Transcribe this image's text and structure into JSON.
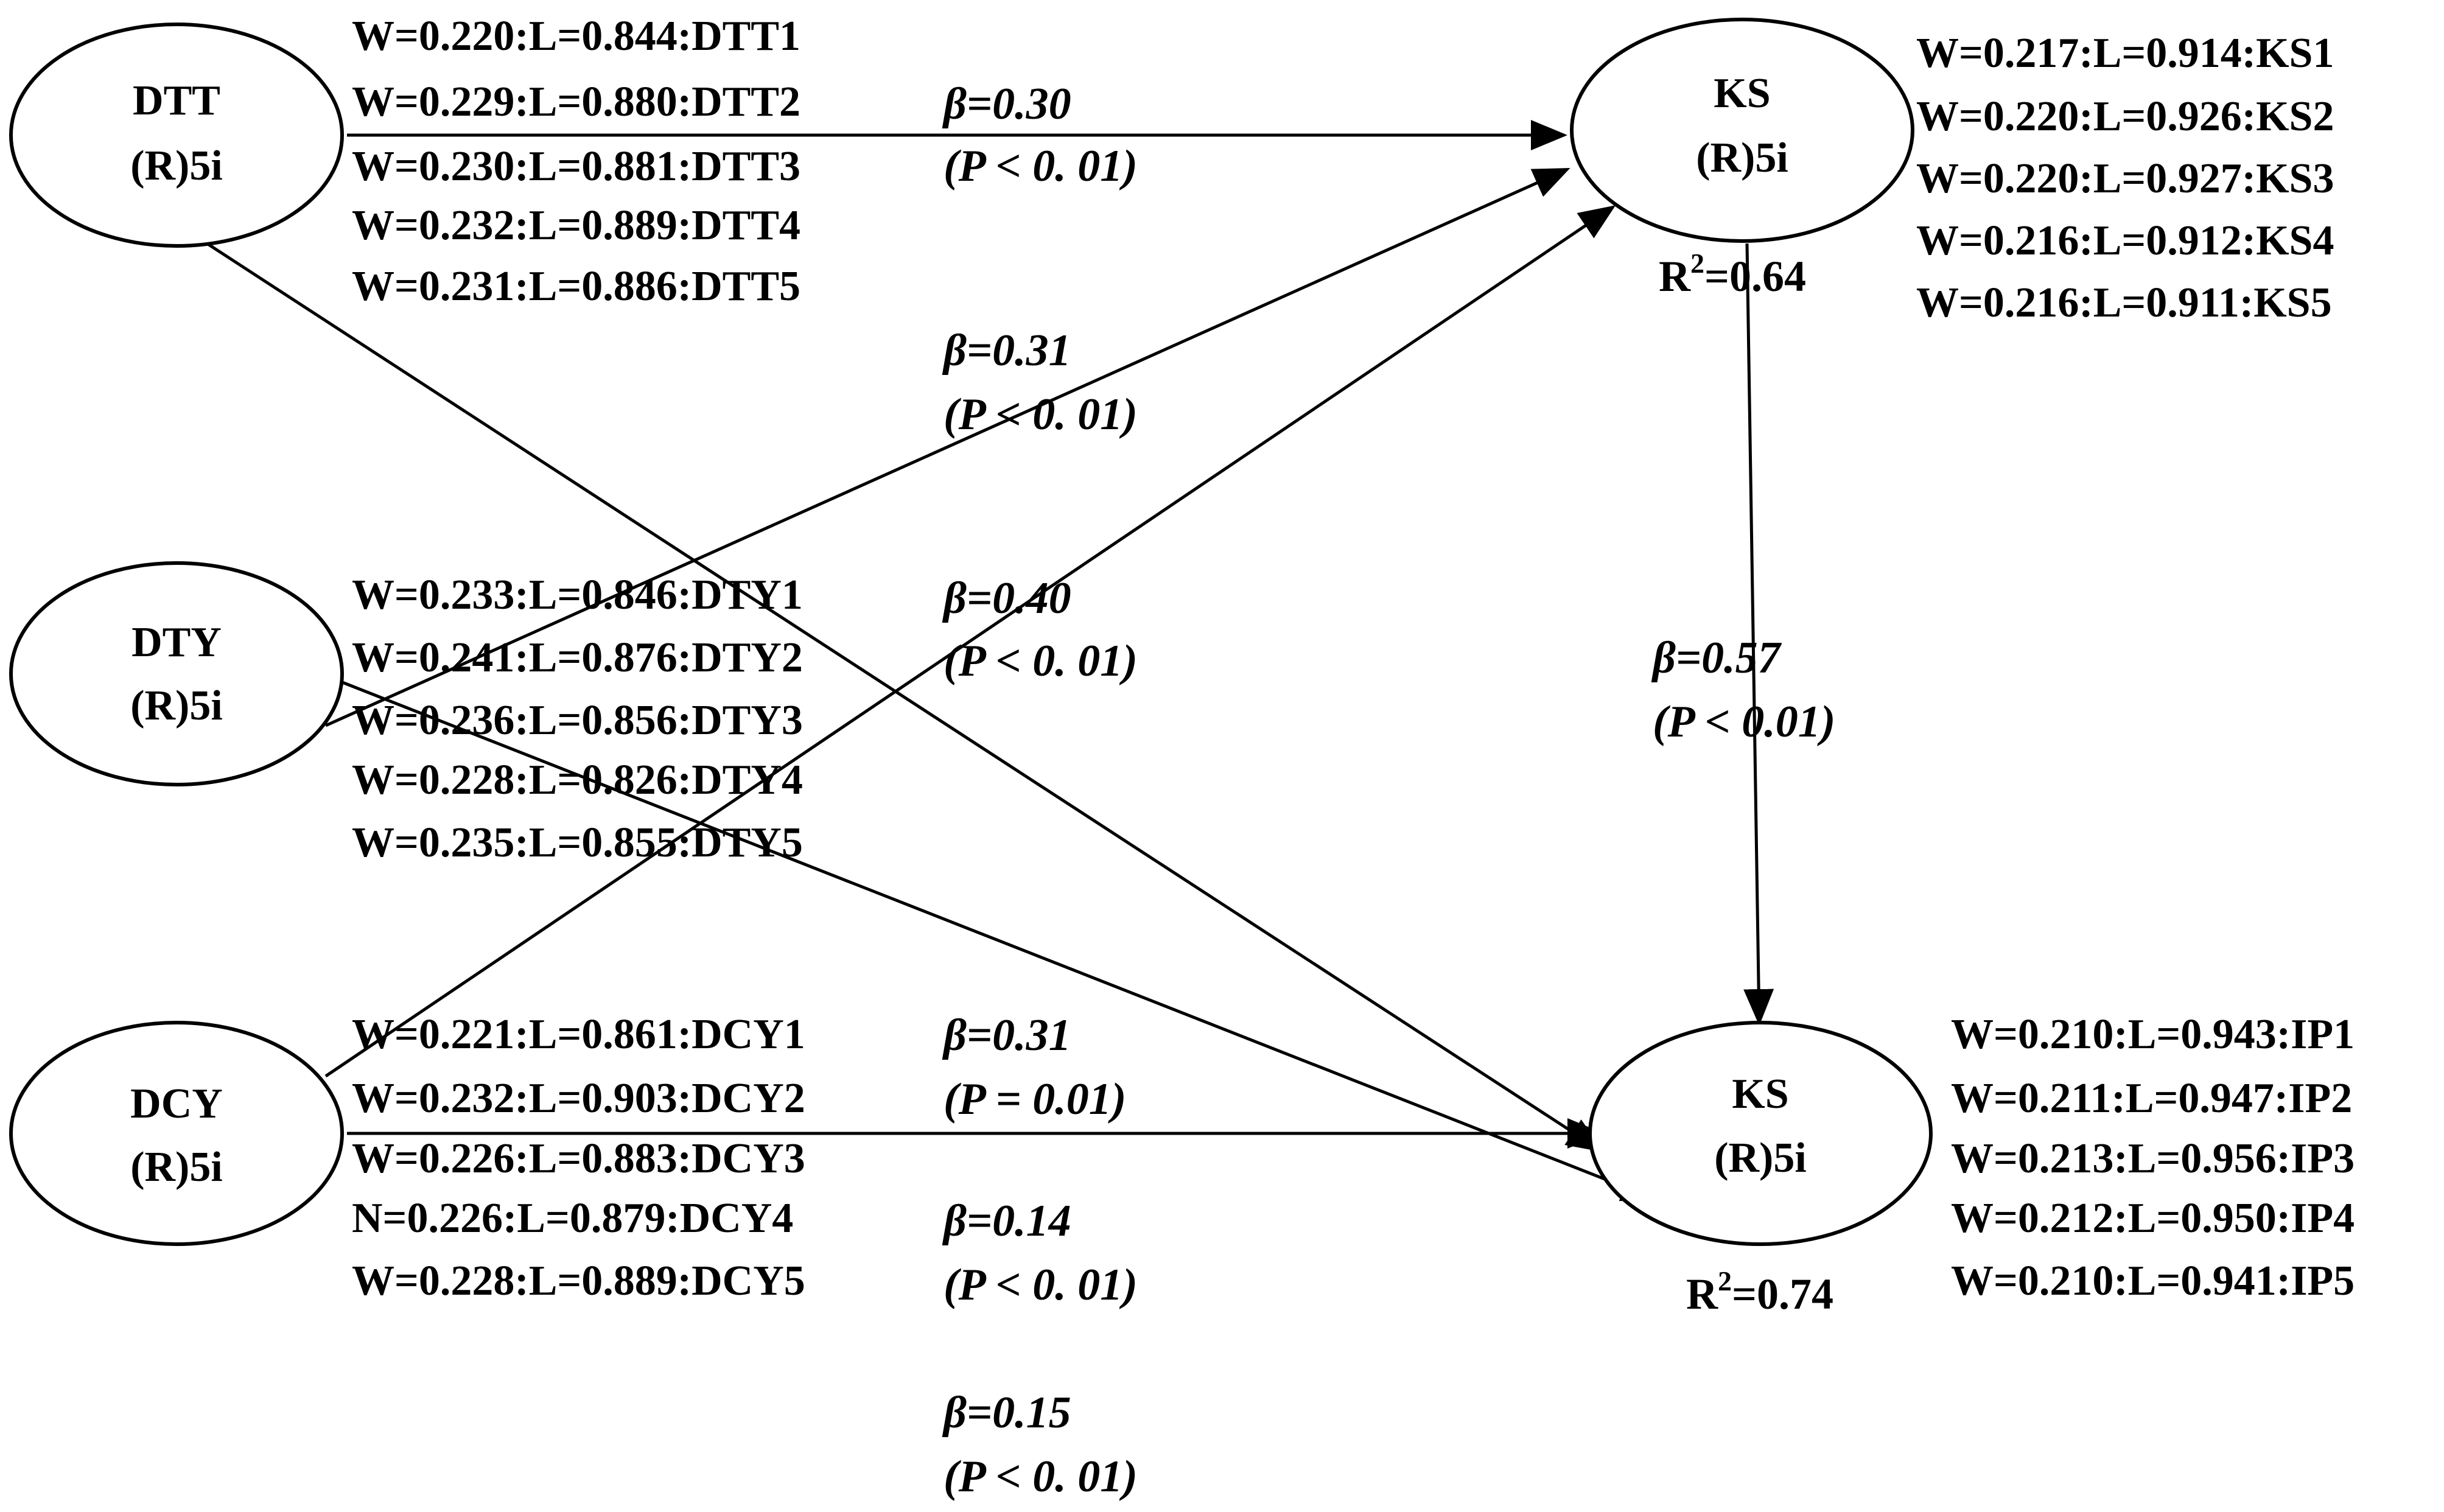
{
  "colors": {
    "line": "#000000",
    "text": "#000000",
    "background": "#ffffff"
  },
  "constructs": {
    "dtt": {
      "name": "DTT",
      "sub": "(R)5i"
    },
    "dty": {
      "name": "DTY",
      "sub": "(R)5i"
    },
    "dcy": {
      "name": "DCY",
      "sub": "(R)5i"
    },
    "ks_top": {
      "name": "KS",
      "sub": "(R)5i"
    },
    "ks_bottom": {
      "name": "KS",
      "sub": "(R)5i"
    }
  },
  "indicators": {
    "dtt": [
      "W=0.220:L=0.844:DTT1",
      "W=0.229:L=0.880:DTT2",
      "W=0.230:L=0.881:DTT3",
      "W=0.232:L=0.889:DTT4",
      "W=0.231:L=0.886:DTT5"
    ],
    "dty": [
      "W=0.233:L=0.846:DTY1",
      "W=0.241:L=0.876:DTY2",
      "W=0.236:L=0.856:DTY3",
      "W=0.228:L=0.826:DTY4",
      "W=0.235:L=0.855:DTY5"
    ],
    "dcy": [
      "W=0.221:L=0.861:DCY1",
      "W=0.232:L=0.903:DCY2",
      "W=0.226:L=0.883:DCY3",
      "N=0.226:L=0.879:DCY4",
      "W=0.228:L=0.889:DCY5"
    ],
    "ks_top": [
      "W=0.217:L=0.914:KS1",
      "W=0.220:L=0.926:KS2",
      "W=0.220:L=0.927:KS3",
      "W=0.216:L=0.912:KS4",
      "W=0.216:L=0.911:KS5"
    ],
    "ks_bottom": [
      "W=0.210:L=0.943:IP1",
      "W=0.211:L=0.947:IP2",
      "W=0.213:L=0.956:IP3",
      "W=0.212:L=0.950:IP4",
      "W=0.210:L=0.941:IP5"
    ]
  },
  "paths": [
    {
      "beta": "β=0.30",
      "p": "(P < 0. 01)"
    },
    {
      "beta": "β=0.31",
      "p": "(P < 0. 01)"
    },
    {
      "beta": "β=0.40",
      "p": "(P < 0. 01)"
    },
    {
      "beta": "β=0.57",
      "p": "(P < 0.01)"
    },
    {
      "beta": "β=0.31",
      "p": "(P = 0.01)"
    },
    {
      "beta": "β=0.14",
      "p": "(P < 0. 01)"
    },
    {
      "beta": "β=0.15",
      "p": "(P < 0. 01)"
    }
  ],
  "r_squared": {
    "ks_top": {
      "prefix": "R",
      "sup": "2",
      "value": "=0.64"
    },
    "ks_bottom": {
      "prefix": "R",
      "sup": "2",
      "value": "=0.74"
    }
  }
}
